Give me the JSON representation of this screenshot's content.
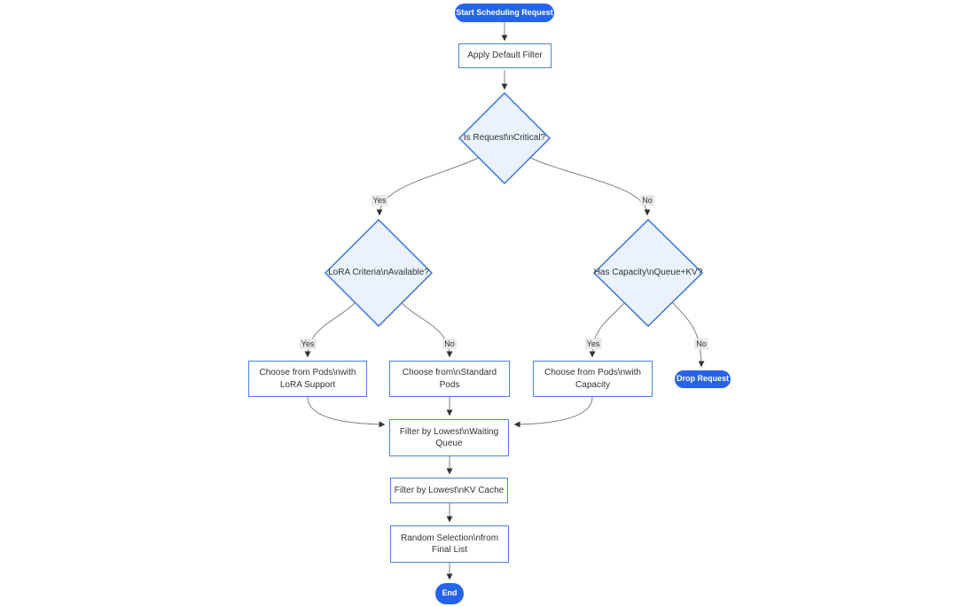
{
  "colors": {
    "node_accent_fill": "#2563eb",
    "node_accent_text": "#ffffff",
    "decision_fill": "#eaf2fe",
    "decision_border": "#2f6fe0",
    "process_fill": "#ffffff",
    "process_border": "#4a80e8",
    "node_text": "#333333",
    "edge_line": "#808080",
    "edge_label_bg": "#e8e8e8",
    "arrow_head": "#333333",
    "canvas_bg": "#ffffff"
  },
  "flowchart": {
    "nodes": {
      "start": {
        "label": "Start Scheduling Request"
      },
      "apply_filter": {
        "label": "Apply Default Filter"
      },
      "is_critical": {
        "label": "Is Request\\nCritical?"
      },
      "lora_available": {
        "label": "LoRA Criteria\\nAvailable?"
      },
      "has_capacity": {
        "label": "Has Capacity\\nQueue+KV?"
      },
      "choose_lora_pods": {
        "lines": [
          "Choose from Pods\\nwith",
          "LoRA Support"
        ]
      },
      "choose_standard_pods": {
        "lines": [
          "Choose from\\nStandard",
          "Pods"
        ]
      },
      "choose_capacity_pods": {
        "lines": [
          "Choose from Pods\\nwith",
          "Capacity"
        ]
      },
      "drop_request": {
        "label": "Drop Request"
      },
      "filter_waiting_queue": {
        "lines": [
          "Filter by Lowest\\nWaiting",
          "Queue"
        ]
      },
      "filter_kv_cache": {
        "label": "Filter by Lowest\\nKV Cache"
      },
      "random_selection": {
        "lines": [
          "Random Selection\\nfrom",
          "Final List"
        ]
      },
      "end": {
        "label": "End"
      }
    },
    "edge_labels": {
      "critical_yes": "Yes",
      "critical_no": "No",
      "lora_yes": "Yes",
      "lora_no": "No",
      "capacity_yes": "Yes",
      "capacity_no": "No"
    }
  }
}
